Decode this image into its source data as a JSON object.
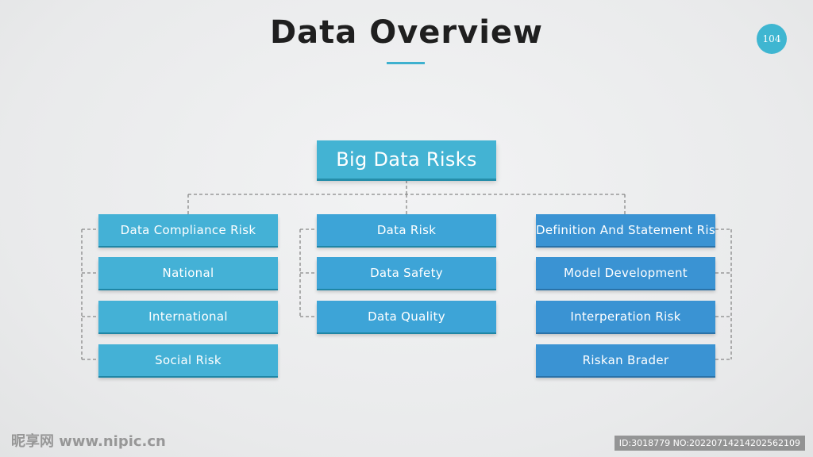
{
  "title": "Data Overview",
  "page_number": "104",
  "root": {
    "label": "Big Data Risks"
  },
  "columns": [
    {
      "items": [
        "Data Compliance Risk",
        "National",
        "International",
        "Social Risk"
      ]
    },
    {
      "items": [
        "Data Risk",
        "Data Safety",
        "Data Quality"
      ]
    },
    {
      "items": [
        "Definition And Statement Risk",
        "Model Development",
        "Interperation Risk",
        "Riskan Brader"
      ]
    }
  ],
  "colors": {
    "accent": "#3eb1cf",
    "box_left": "#44b1d6",
    "box_middle": "#3da4d7",
    "box_right": "#3a93d3",
    "connector": "#888888"
  },
  "watermark": {
    "text": "昵享网 www.nipic.cn"
  },
  "image_id": {
    "text": "ID:3018779 NO:20220714214202562109"
  }
}
